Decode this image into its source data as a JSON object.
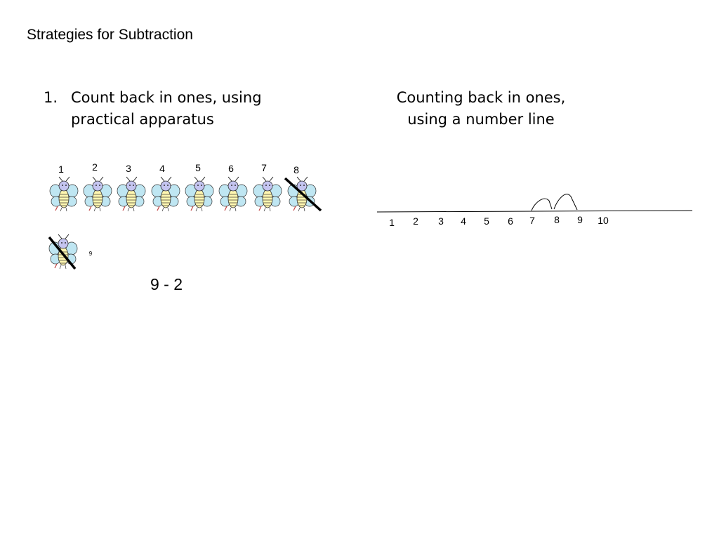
{
  "slide": {
    "title": "Strategies for Subtraction",
    "point1": {
      "number": "1.",
      "lines": [
        "Count back in ones, using",
        "practical apparatus"
      ]
    },
    "right_heading": [
      "Counting back in ones,",
      "using a number line"
    ],
    "bee_labels": [
      "1",
      "2",
      "3",
      "4",
      "5",
      "6",
      "7",
      "8"
    ],
    "ninth_bee_label": "9",
    "expression": "9 - 2",
    "crossed_out_bees": [
      "8",
      "9"
    ],
    "number_line": {
      "labels": [
        "1",
        "2",
        "3",
        "4",
        "5",
        "6",
        "7",
        "8",
        "9",
        "10"
      ],
      "hops": 2
    }
  }
}
